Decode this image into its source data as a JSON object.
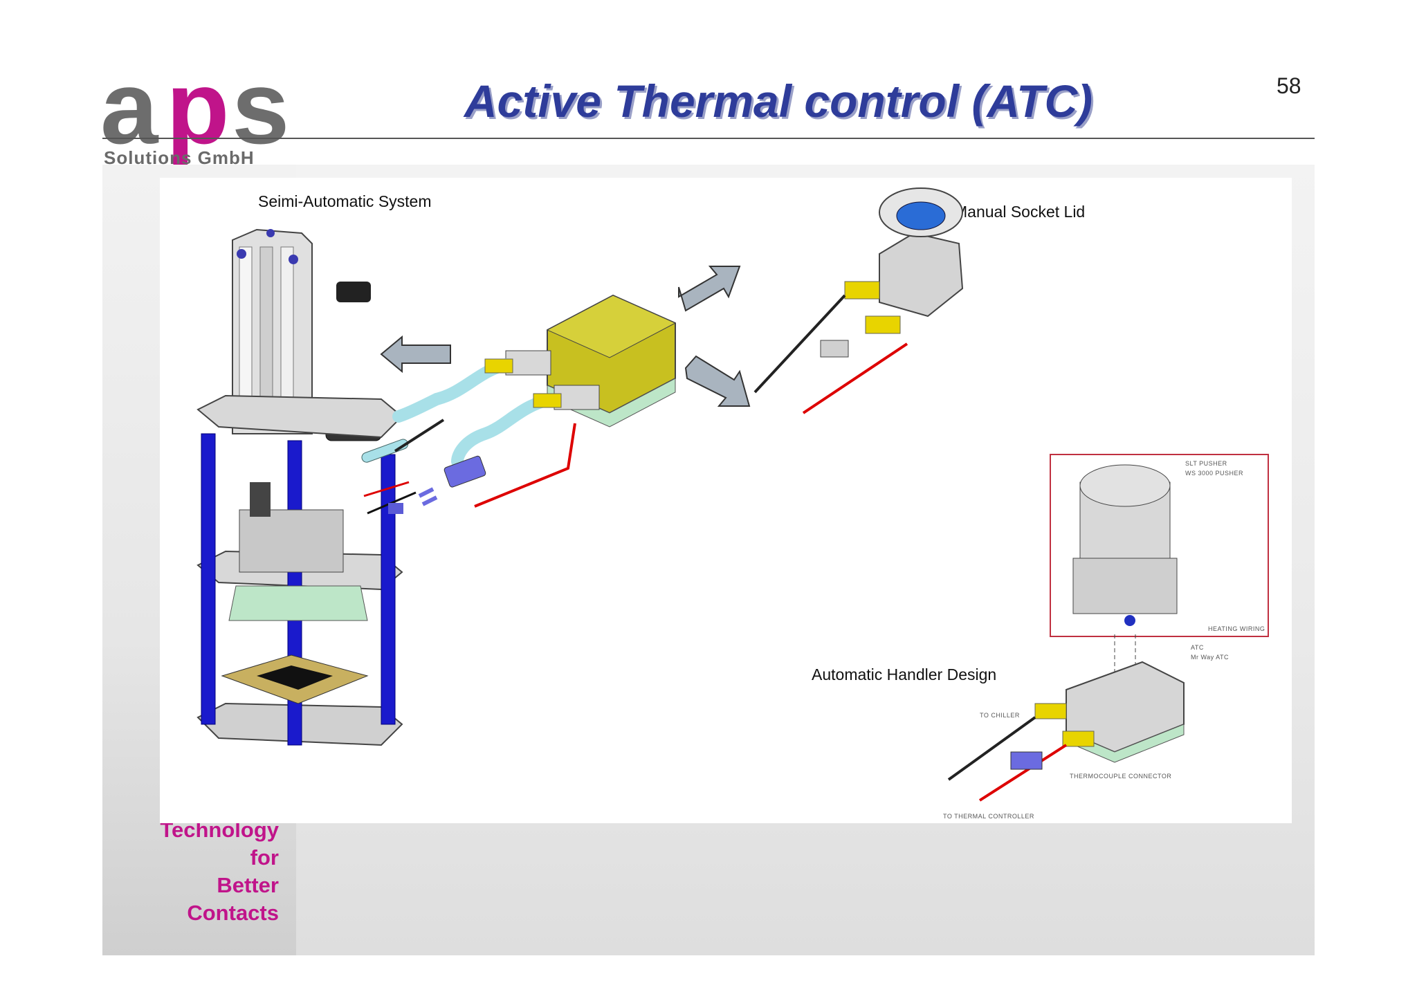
{
  "logo": {
    "letters": [
      "a",
      "p",
      "s"
    ],
    "subtitle": "Solutions GmbH",
    "colors": {
      "gray": "#6d6d6d",
      "magenta": "#c0148a"
    }
  },
  "slide": {
    "title": "Active Thermal control (ATC)",
    "page_number": "58",
    "title_color": "#2e3c9a"
  },
  "tagline": [
    "Technology",
    "for",
    "Better",
    "Contacts"
  ],
  "captions": {
    "semi_automatic": "Seimi-Automatic System",
    "manual_lid": "Manual Socket Lid",
    "automatic_handler": "Automatic Handler Design"
  },
  "diagram_labels": {
    "slt_pusher": "SLT PUSHER",
    "ws_pusher": "WS 3000 PUSHER",
    "heating_wiring": "HEATING WIRING",
    "atc": "ATC",
    "atc_sub": "Mr Way ATC",
    "to_chiller": "TO CHILLER",
    "thermocouple": "THERMOCOUPLE CONNECTOR",
    "to_controller": "TO THERMAL CONTROLLER"
  },
  "icons": [
    "arrow-left-icon",
    "arrow-up-right-icon",
    "arrow-down-right-icon"
  ]
}
